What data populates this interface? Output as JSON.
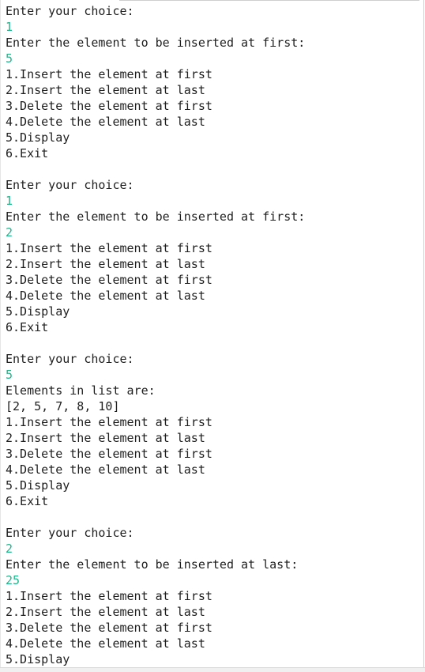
{
  "console": {
    "lines": [
      {
        "text": "Enter your choice:",
        "type": "output"
      },
      {
        "text": "1",
        "type": "input"
      },
      {
        "text": "Enter the element to be inserted at first:",
        "type": "output"
      },
      {
        "text": "5",
        "type": "input"
      },
      {
        "text": "1.Insert the element at first",
        "type": "output"
      },
      {
        "text": "2.Insert the element at last",
        "type": "output"
      },
      {
        "text": "3.Delete the element at first",
        "type": "output"
      },
      {
        "text": "4.Delete the element at last",
        "type": "output"
      },
      {
        "text": "5.Display",
        "type": "output"
      },
      {
        "text": "6.Exit",
        "type": "output"
      },
      {
        "text": "",
        "type": "blank"
      },
      {
        "text": "Enter your choice:",
        "type": "output"
      },
      {
        "text": "1",
        "type": "input"
      },
      {
        "text": "Enter the element to be inserted at first:",
        "type": "output"
      },
      {
        "text": "2",
        "type": "input"
      },
      {
        "text": "1.Insert the element at first",
        "type": "output"
      },
      {
        "text": "2.Insert the element at last",
        "type": "output"
      },
      {
        "text": "3.Delete the element at first",
        "type": "output"
      },
      {
        "text": "4.Delete the element at last",
        "type": "output"
      },
      {
        "text": "5.Display",
        "type": "output"
      },
      {
        "text": "6.Exit",
        "type": "output"
      },
      {
        "text": "",
        "type": "blank"
      },
      {
        "text": "Enter your choice:",
        "type": "output"
      },
      {
        "text": "5",
        "type": "input"
      },
      {
        "text": "Elements in list are:",
        "type": "output"
      },
      {
        "text": "[2, 5, 7, 8, 10]",
        "type": "output"
      },
      {
        "text": "1.Insert the element at first",
        "type": "output"
      },
      {
        "text": "2.Insert the element at last",
        "type": "output"
      },
      {
        "text": "3.Delete the element at first",
        "type": "output"
      },
      {
        "text": "4.Delete the element at last",
        "type": "output"
      },
      {
        "text": "5.Display",
        "type": "output"
      },
      {
        "text": "6.Exit",
        "type": "output"
      },
      {
        "text": "",
        "type": "blank"
      },
      {
        "text": "Enter your choice:",
        "type": "output"
      },
      {
        "text": "2",
        "type": "input"
      },
      {
        "text": "Enter the element to be inserted at last:",
        "type": "output"
      },
      {
        "text": "25",
        "type": "input"
      },
      {
        "text": "1.Insert the element at first",
        "type": "output"
      },
      {
        "text": "2.Insert the element at last",
        "type": "output"
      },
      {
        "text": "3.Delete the element at first",
        "type": "output"
      },
      {
        "text": "4.Delete the element at last",
        "type": "output"
      },
      {
        "text": "5.Display",
        "type": "output"
      }
    ]
  },
  "colors": {
    "output_text": "#1e1e1e",
    "input_text": "#21b58c",
    "background": "#ffffff"
  }
}
